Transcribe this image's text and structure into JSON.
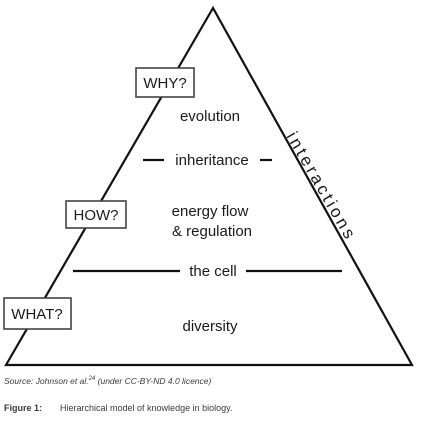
{
  "diagram": {
    "questions": {
      "why": "WHY?",
      "how": "HOW?",
      "what": "WHAT?"
    },
    "tiers": {
      "evolution": "evolution",
      "inheritance": "inheritance",
      "energy_flow_line1": "energy flow",
      "energy_flow_line2": "& regulation",
      "the_cell": "the cell",
      "diversity": "diversity"
    },
    "side_label": "interactions"
  },
  "source": {
    "prefix": "Source: Johnson et al.",
    "ref": "24",
    "suffix": " (under CC-BY-ND 4.0 licence)"
  },
  "caption": {
    "figure_number": "Figure 1:",
    "text": "Hierarchical model of knowledge in biology."
  },
  "colors": {
    "line": "#111111",
    "box_stroke": "#444444",
    "text": "#1a1a1a"
  }
}
